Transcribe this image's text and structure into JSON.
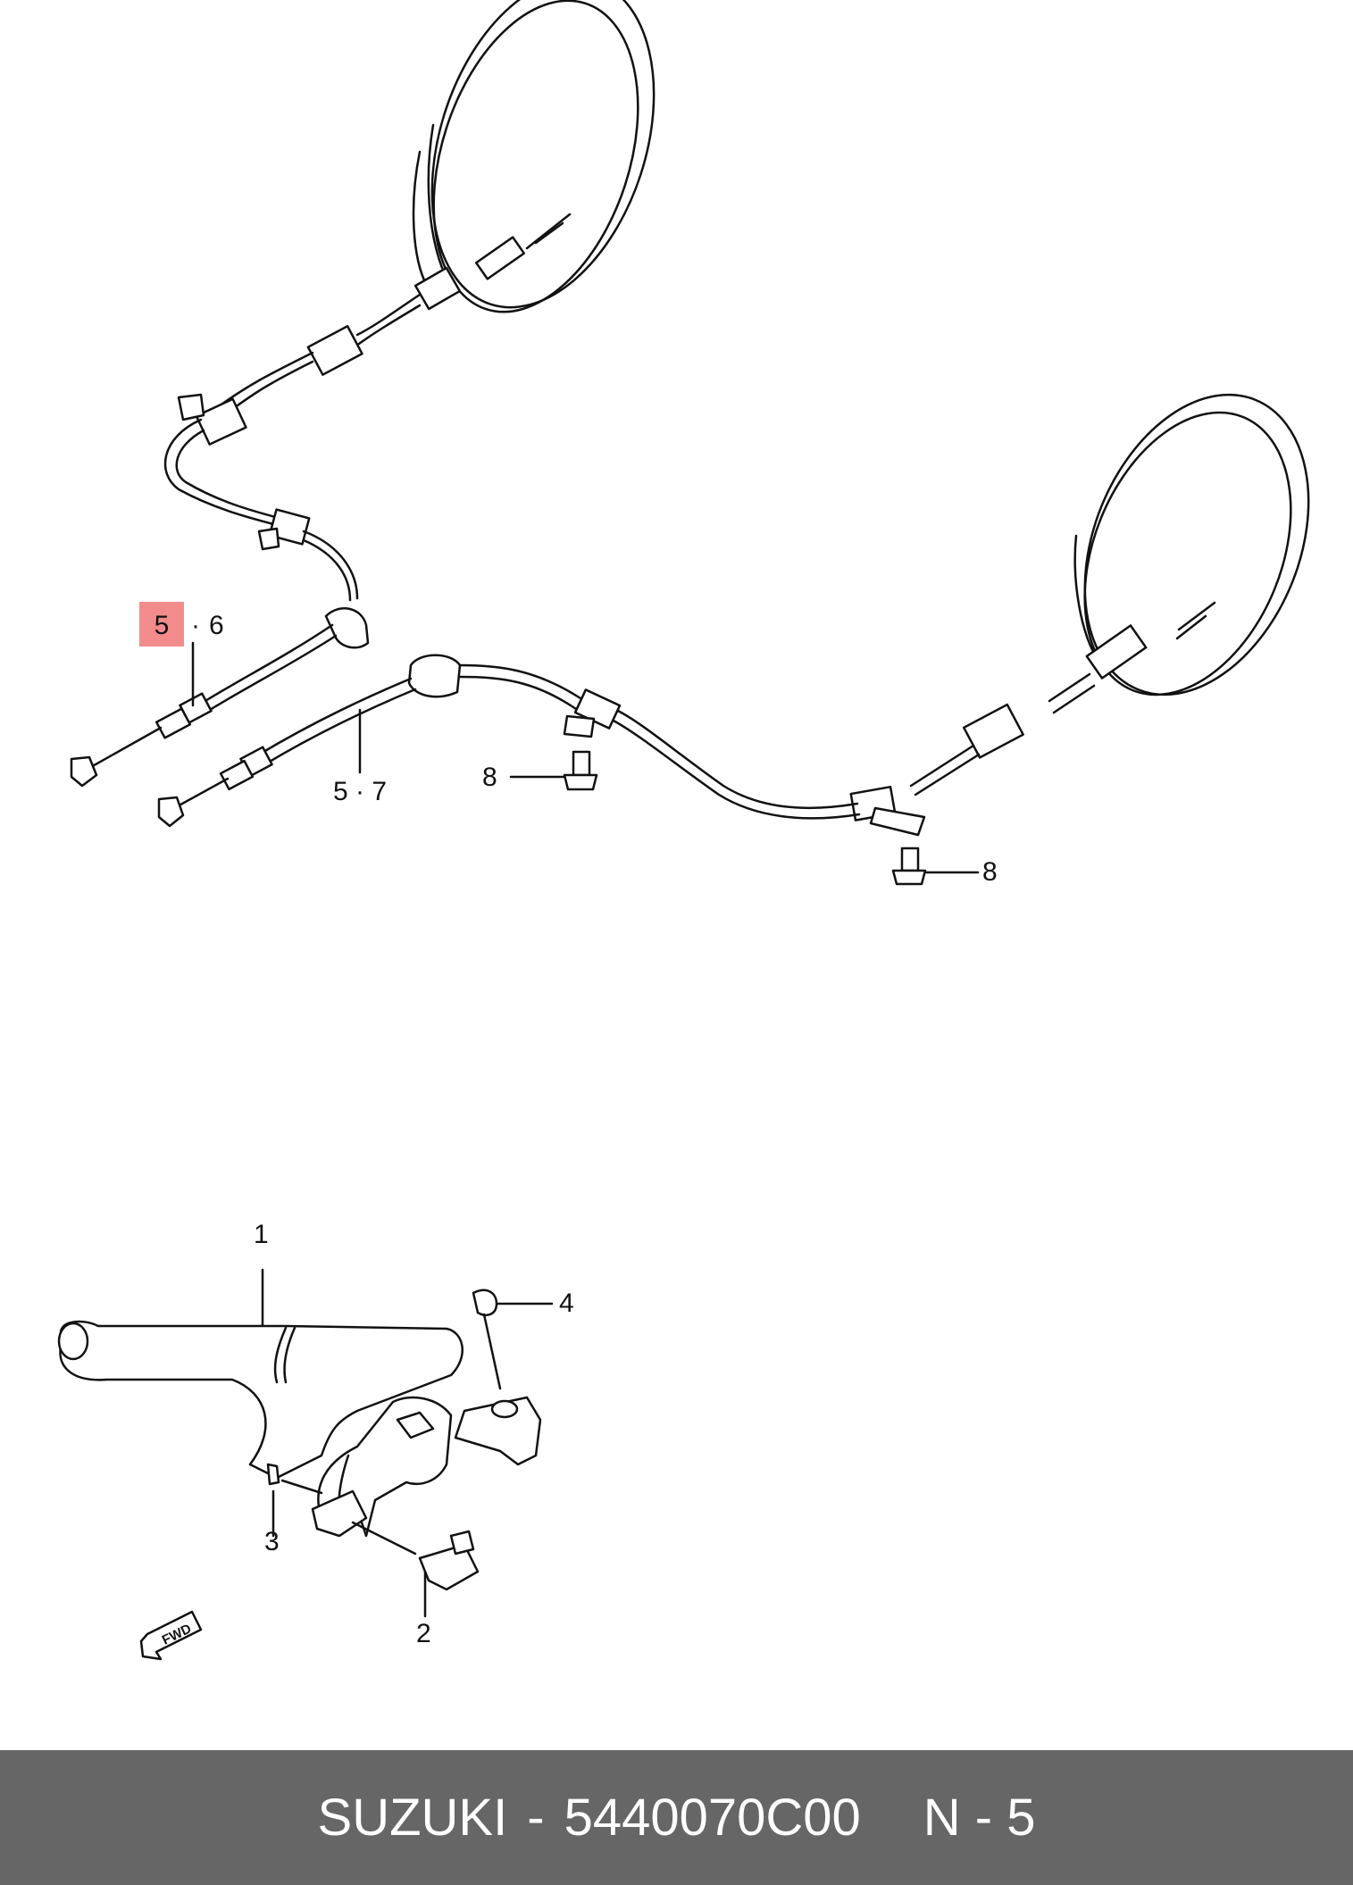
{
  "callouts": {
    "c56_a": "5",
    "c56_b": "·",
    "c56_c": "6",
    "c57": "5 · 7",
    "c8_left": "8",
    "c8_right": "8",
    "c1": "1",
    "c2": "2",
    "c3": "3",
    "c4": "4",
    "fwd": "FWD"
  },
  "highlight": {
    "part": "5",
    "color": "#f28b8b"
  },
  "footer": {
    "brand": "SUZUKI",
    "separator": "-",
    "part_number": "5440070C00",
    "diagram_ref": "N - 5",
    "background": "#666666",
    "text_color": "#ffffff"
  }
}
